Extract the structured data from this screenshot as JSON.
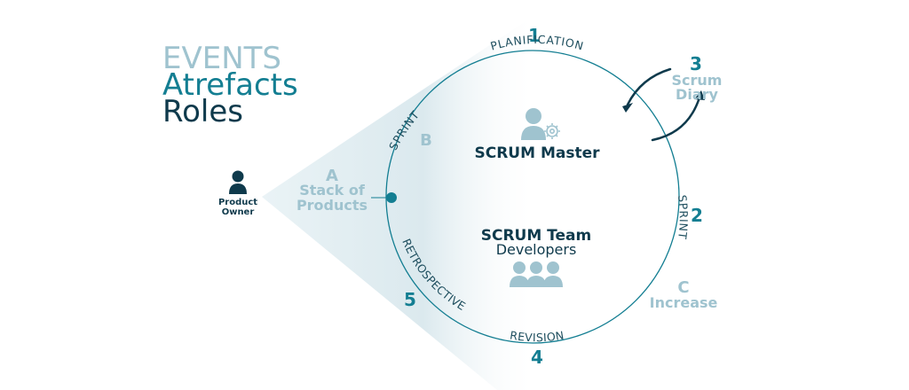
{
  "legend": {
    "events": "EVENTS",
    "artefacts": "Atrefacts",
    "roles": "Roles"
  },
  "events": {
    "e1": {
      "number": "1",
      "label": "PLANIFICATION"
    },
    "e2": {
      "number": "2",
      "label": "SPRINT"
    },
    "e4": {
      "number": "4",
      "label": "REVISION"
    },
    "e5": {
      "number": "5",
      "label": "RETROSPECTIVE"
    },
    "e3": {
      "number": "3",
      "label_line1": "Scrum",
      "label_line2": "Diary"
    }
  },
  "artefacts": {
    "a": {
      "letter": "A",
      "line1": "Stack of",
      "line2": "Products"
    },
    "b": {
      "letter": "B",
      "label": "SPRINT"
    },
    "c": {
      "letter": "C",
      "label": "Increase"
    }
  },
  "roles": {
    "product_owner_line1": "Product",
    "product_owner_line2": "Owner",
    "scrum_master": "SCRUM Master",
    "scrum_team": "SCRUM Team",
    "developers": "Developers"
  },
  "colors": {
    "teal": "#137e92",
    "light": "#9fc3cf",
    "dark": "#0f3a4c",
    "cone": "#dbe9ee"
  },
  "icons": [
    "person-icon",
    "gear-icon",
    "team-icon",
    "cycle-arrow-icon"
  ]
}
